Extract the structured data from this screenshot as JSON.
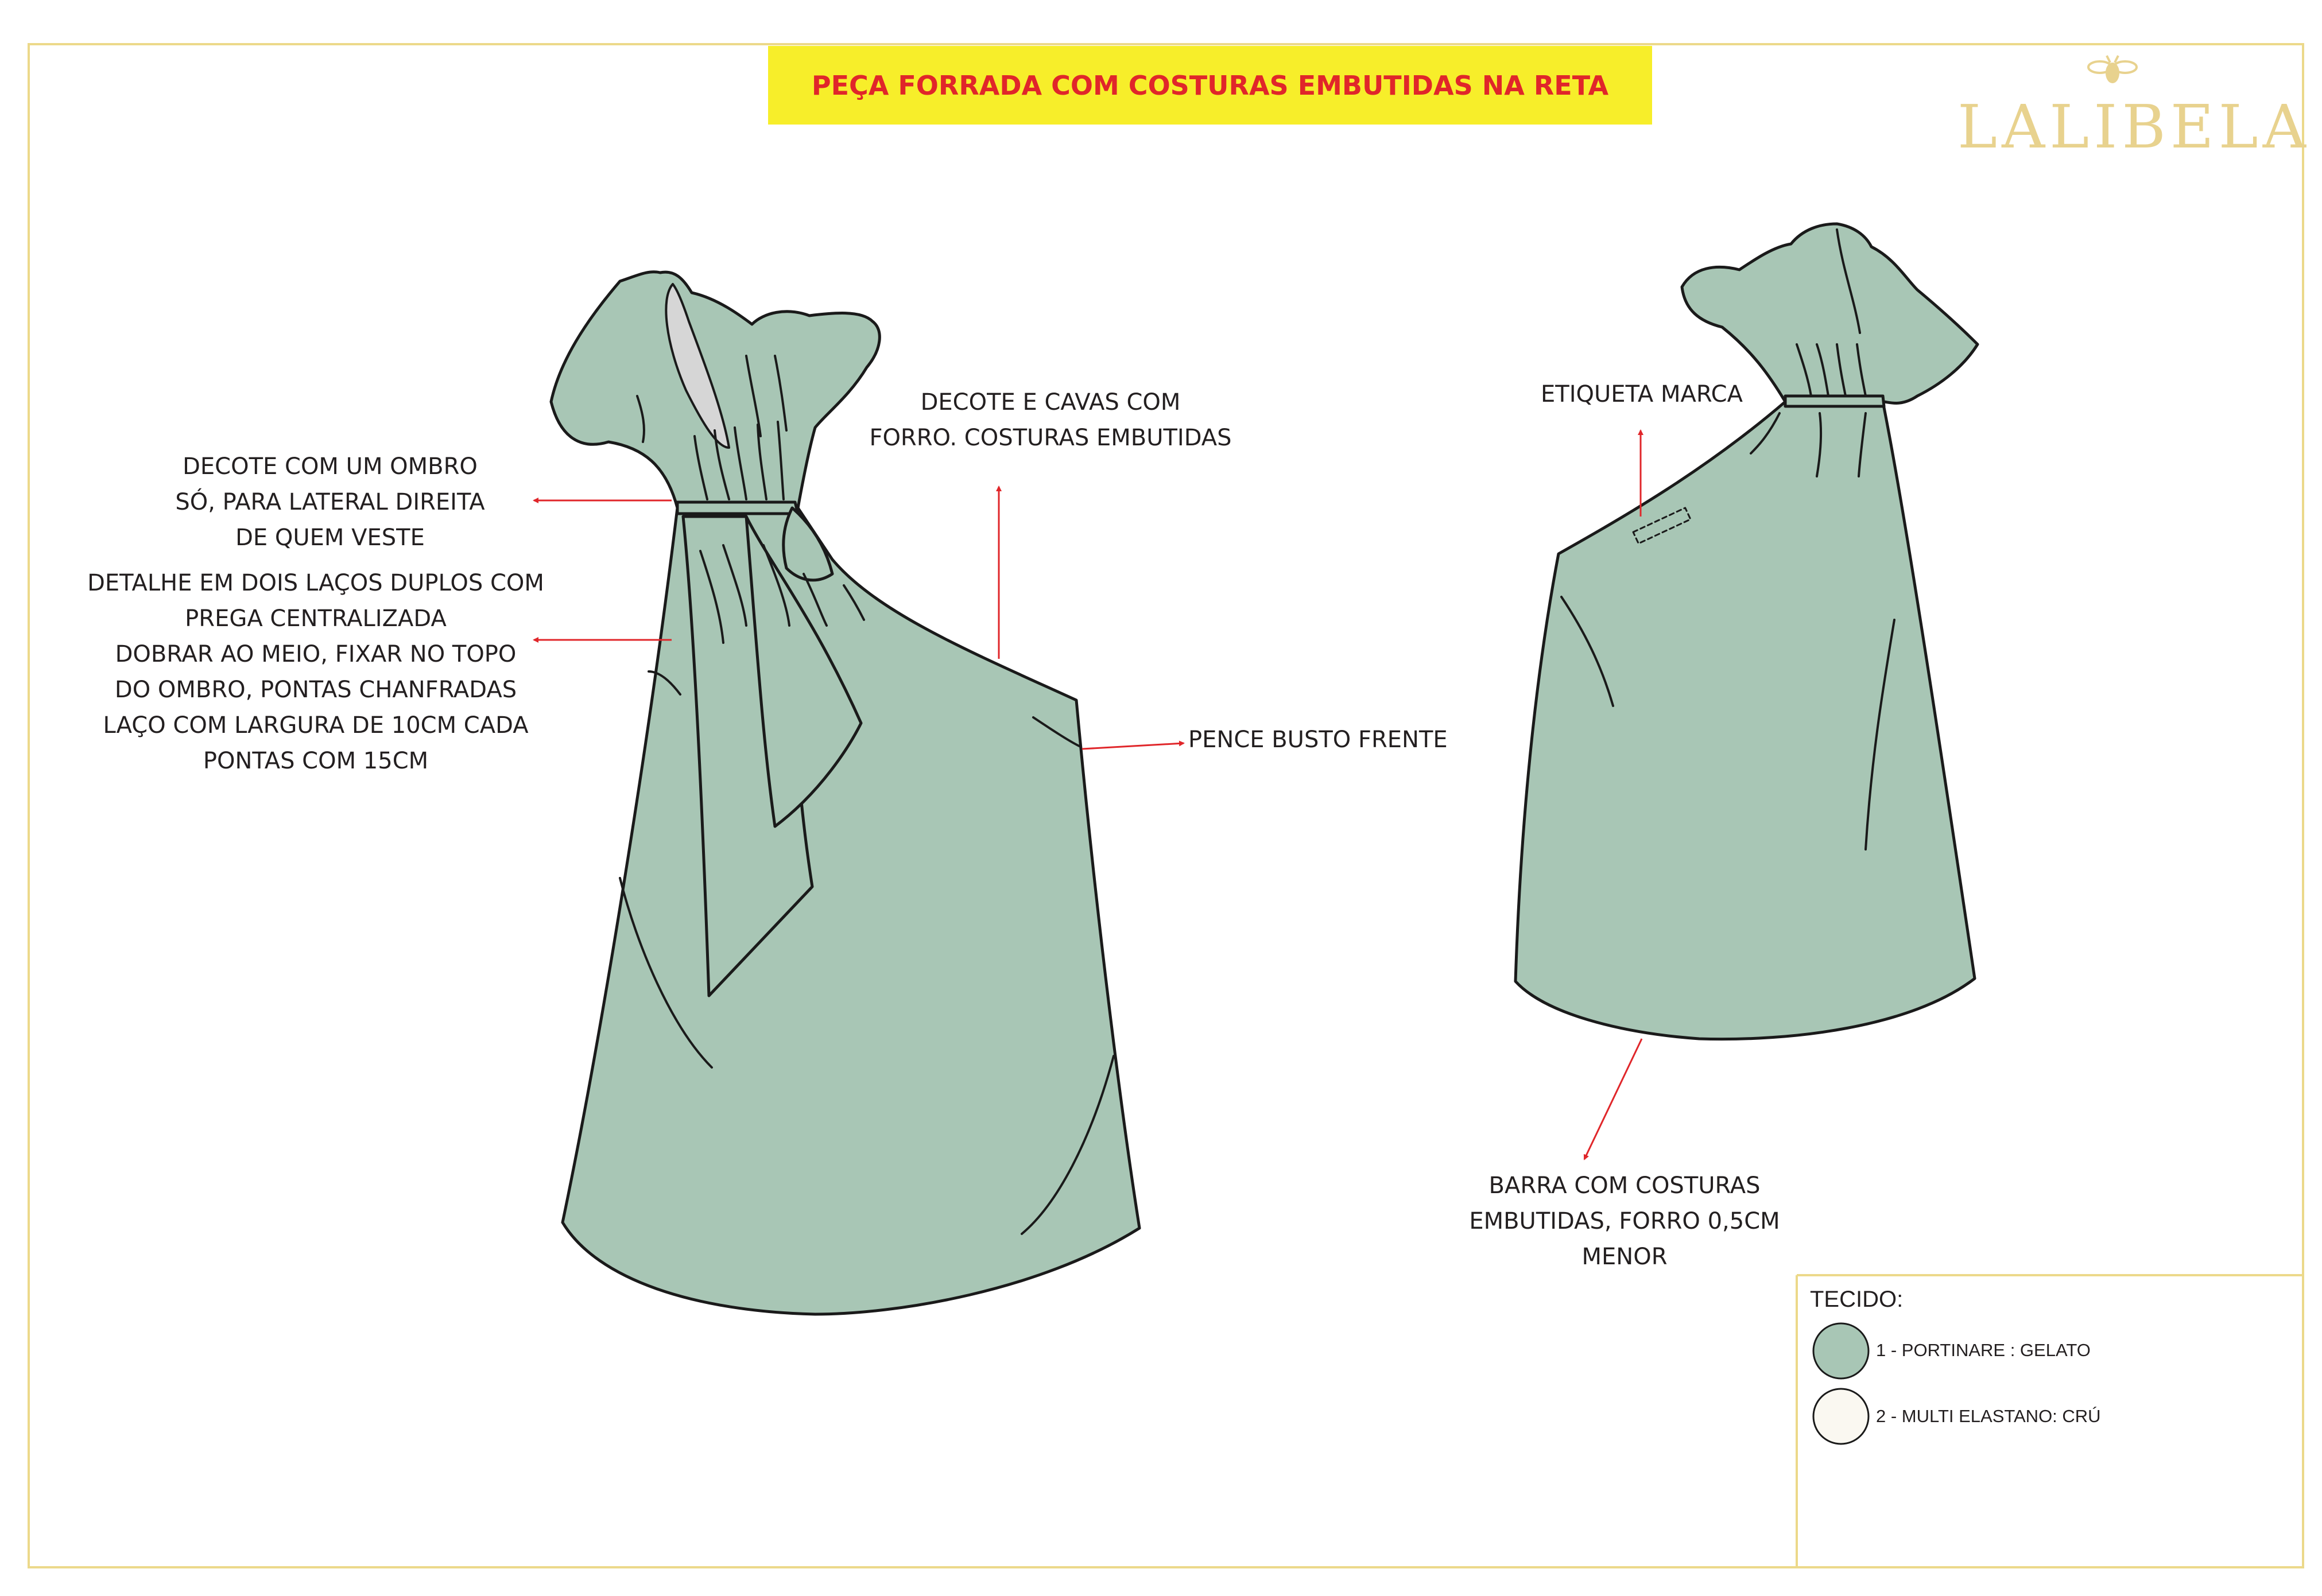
{
  "header": {
    "title": "PEÇA FORRADA COM COSTURAS EMBUTIDAS NA RETA",
    "brand": "LALIBELA",
    "brand_color": "#e8d28e",
    "banner_color": "#f7ee2a",
    "title_color": "#e0262a"
  },
  "notes": {
    "neckline_one_shoulder": [
      "DECOTE COM UM OMBRO",
      "SÓ, PARA LATERAL DIREITA",
      "DE QUEM VESTE"
    ],
    "bow_detail": [
      "DETALHE EM DOIS LAÇOS DUPLOS COM",
      "PREGA CENTRALIZADA",
      "DOBRAR AO MEIO, FIXAR NO TOPO",
      "DO OMBRO, PONTAS CHANFRADAS",
      "LAÇO COM LARGURA DE 10CM CADA",
      "PONTAS COM 15CM"
    ],
    "neckline_lining": [
      "DECOTE  E CAVAS COM",
      "FORRO. COSTURAS EMBUTIDAS"
    ],
    "bust_dart": [
      "PENCE BUSTO FRENTE"
    ],
    "brand_label": [
      "ETIQUETA MARCA"
    ],
    "hem": [
      "BARRA COM COSTURAS",
      "EMBUTIDAS, FORRO 0,5CM",
      "MENOR"
    ]
  },
  "legend": {
    "title": "TECIDO:",
    "items": [
      {
        "label": "1 - PORTINARE : GELATO",
        "color": "#a8c6b5"
      },
      {
        "label": "2 -  MULTI ELASTANO:  CRÚ",
        "color": "#faf8f1"
      }
    ]
  },
  "colors": {
    "garment": "#a8c6b5",
    "lining": "#d6d6d6",
    "arrow": "#e0262a",
    "frame": "#ecd98a"
  },
  "icons": {
    "brand_mark": "bee-icon"
  }
}
